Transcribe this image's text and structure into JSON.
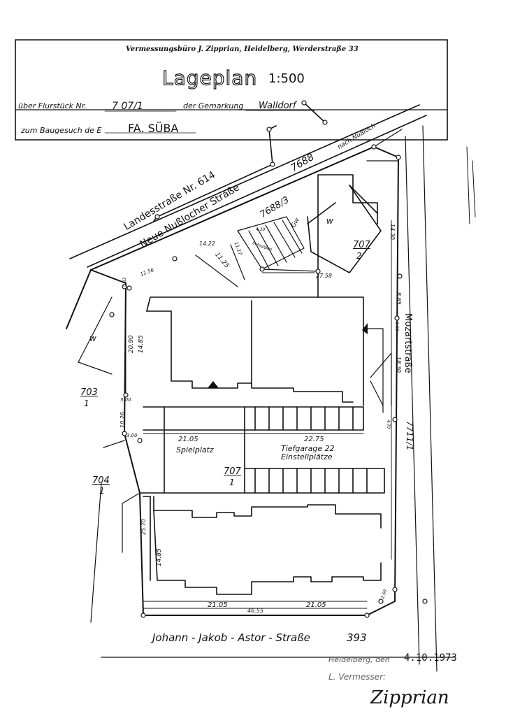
{
  "header": {
    "office": "Vermessungsbüro J. Zipprian, Heidelberg, Werderstraße 33",
    "title": "Lageplan",
    "scale": "1:500",
    "parcel_prefix": "über Flurstück Nr.",
    "parcel_no": "7 07/1",
    "district_prefix": "der Gemarkung",
    "district": "Walldorf",
    "request_prefix": "zum Baugesuch de E",
    "applicant": "FA. SÜBA"
  },
  "roads": {
    "landesstrasse_1": "Landesstraße Nr. 614",
    "landesstrasse_2": "Neue Nußlocher Straße",
    "to_nussloch": "nach Nußloch",
    "mozartstrasse": "Mozartstraße",
    "astor_strasse": "Johann - Jakob - Astor - Straße",
    "astor_no": "393"
  },
  "parcels": {
    "p7688": "7688",
    "p7688_3": "7688/3",
    "p707_2_num": "707",
    "p707_2_den": "2",
    "p703_num": "703",
    "p703_den": "1",
    "p704_num": "704",
    "p704_den": "1",
    "p707_1_num": "707",
    "p707_1_den": "1",
    "p7711": "7711/1"
  },
  "labels": {
    "w_left": "w",
    "w_top": "w",
    "gw": "Gw",
    "spielplatz": "Spielplatz",
    "tiefgarage": "Tiefgarage 22 Einstellplätze",
    "hatch": "Schuppen"
  },
  "dimensions": {
    "d21_05_a": "21.05",
    "d22_75": "22.75",
    "d21_05_b": "21.05",
    "d21_05_c": "21.05",
    "d46_55": "46.55",
    "d27_58": "27.58",
    "d14_22": "14.22",
    "d11_17": "11.17",
    "d11_56": "11.56",
    "d11_25": "11.25",
    "d20_90": "20.90",
    "d14_85_a": "14.85",
    "d14_85_b": "14.85",
    "d10_26": "10.26",
    "d3_00_a": "3.00",
    "d3_00_b": "3.00",
    "d25_70": "25.70",
    "d14_30": "14.30",
    "d8_85": "8.85",
    "d18_30": "18.30",
    "d0_83": "0.83",
    "d2_58": "2.58",
    "d2_69": "2.69",
    "d4_70": "4.70",
    "d4_30": "4.30"
  },
  "footer": {
    "place_date_prefix": "Heidelberg, den",
    "date": "4.10.1973",
    "surveyor": "L. Vermesser:",
    "signature": "Zipprian"
  }
}
